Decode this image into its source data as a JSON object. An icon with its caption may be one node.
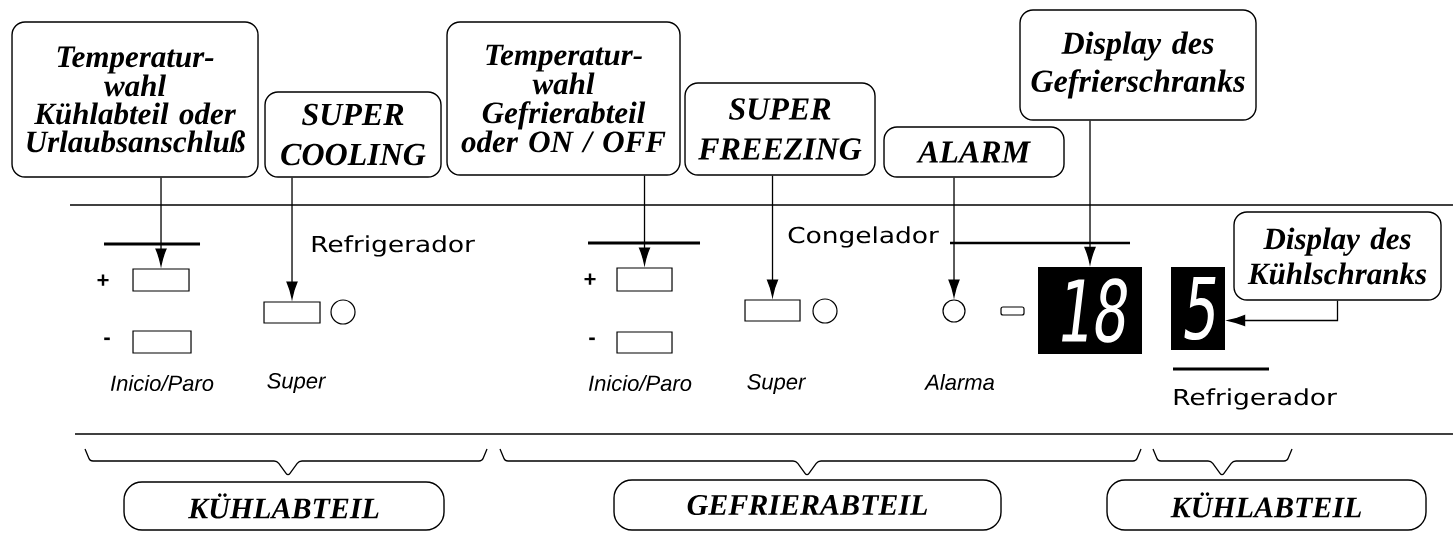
{
  "diagram": {
    "nodes": [
      {
        "text": [
          "Temperatur- wahl Kühlabteil oder Urlaubsanschluß"
        ]
      },
      {
        "text": [
          "SUPER COOLING"
        ]
      },
      {
        "text": [
          "Temperatur- wahl Gefrierabteil oder ON / OFF"
        ]
      },
      {
        "text": [
          "SUPER FREEZING"
        ]
      },
      {
        "text": [
          "ALARM"
        ]
      },
      {
        "text": [
          "Display des Gefrierschranks"
        ]
      },
      {
        "text": [
          "Display des Kühlschranks"
        ]
      },
      {
        "text": [],
        "shape": "box"
      },
      {
        "text": [],
        "shape": "box"
      },
      {
        "text": [],
        "shape": "box"
      },
      {
        "text": [],
        "shape": "circle"
      },
      {
        "text": [],
        "shape": "box"
      },
      {
        "text": [],
        "shape": "box"
      },
      {
        "text": [],
        "shape": "box"
      },
      {
        "text": [],
        "shape": "circle"
      },
      {
        "text": [],
        "shape": "circle"
      },
      {
        "text": [
          "18"
        ]
      },
      {
        "text": [
          "5"
        ]
      },
      {
        "text": [
          "KÜHLABTEIL"
        ]
      },
      {
        "text": [
          "GEFRIERABTEIL"
        ]
      },
      {
        "text": [
          "KÜHLABTEIL"
        ]
      }
    ],
    "edges": [
      {
        "from": 0,
        "to": 7,
        "arrow": "to"
      },
      {
        "from": 1,
        "to": 9,
        "arrow": "to"
      },
      {
        "from": 2,
        "to": 11,
        "arrow": "to"
      },
      {
        "from": 3,
        "to": 13,
        "arrow": "to"
      },
      {
        "from": 4,
        "to": 15,
        "arrow": "to"
      },
      {
        "from": 5,
        "to": 16,
        "arrow": "to"
      },
      {
        "from": 6,
        "to": 17,
        "arrow": "to"
      }
    ],
    "labels": [
      "Refrigerador",
      "Congelador",
      "+",
      "+",
      "-",
      "-",
      "Inicio/Paro",
      "Super",
      "Inicio/Paro",
      "Super",
      "Alarma",
      "Refrigerador"
    ]
  }
}
